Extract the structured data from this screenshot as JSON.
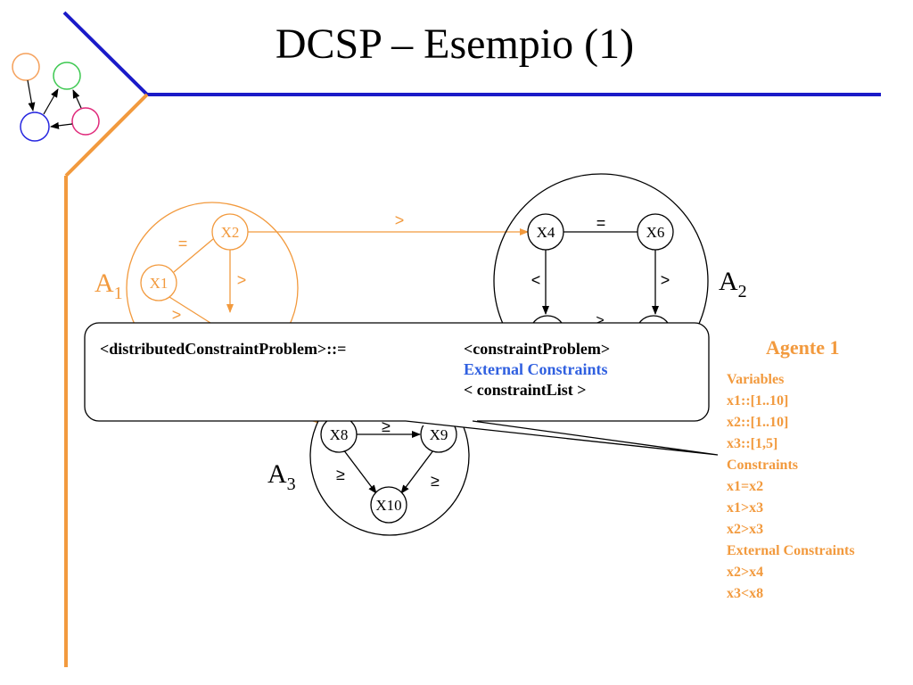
{
  "title": "DCSP – Esempio (1)",
  "colors": {
    "blue_line": "#1a1ac8",
    "orange": "#f29a3e",
    "logo_orange": "#f5a05a",
    "logo_green": "#3cc850",
    "logo_blue": "#2828e0",
    "logo_pink": "#e0287a",
    "callout_blue": "#3060e0"
  },
  "diagram": {
    "agents": [
      "A1",
      "A2",
      "A3"
    ],
    "nodes": [
      "X1",
      "X2",
      "X4",
      "X6",
      "X8",
      "X9",
      "X10"
    ],
    "edge_labels": {
      "x1_x2": "=",
      "x1_x3": ">",
      "x2_x3": ">",
      "x2_x4": ">",
      "x4_x6": "=",
      "x4_down": "<",
      "x6_down": ">",
      "a2_bottom": ">",
      "x8_x9": "≥",
      "x8_x10": "≥",
      "x9_x10": "≥"
    }
  },
  "callout": {
    "lhs": "<distributedConstraintProblem>::=",
    "rhs_line1": "<constraintProblem>",
    "rhs_line2": "External Constraints",
    "rhs_line3": "< constraintList >"
  },
  "agent_panel": {
    "title": "Agente 1",
    "lines": [
      "Variables",
      "x1::[1..10]",
      "x2::[1..10]",
      "x3::[1,5]",
      "Constraints",
      "x1=x2",
      "x1>x3",
      "x2>x3",
      "External Constraints",
      "x2>x4",
      "x3<x8"
    ]
  }
}
